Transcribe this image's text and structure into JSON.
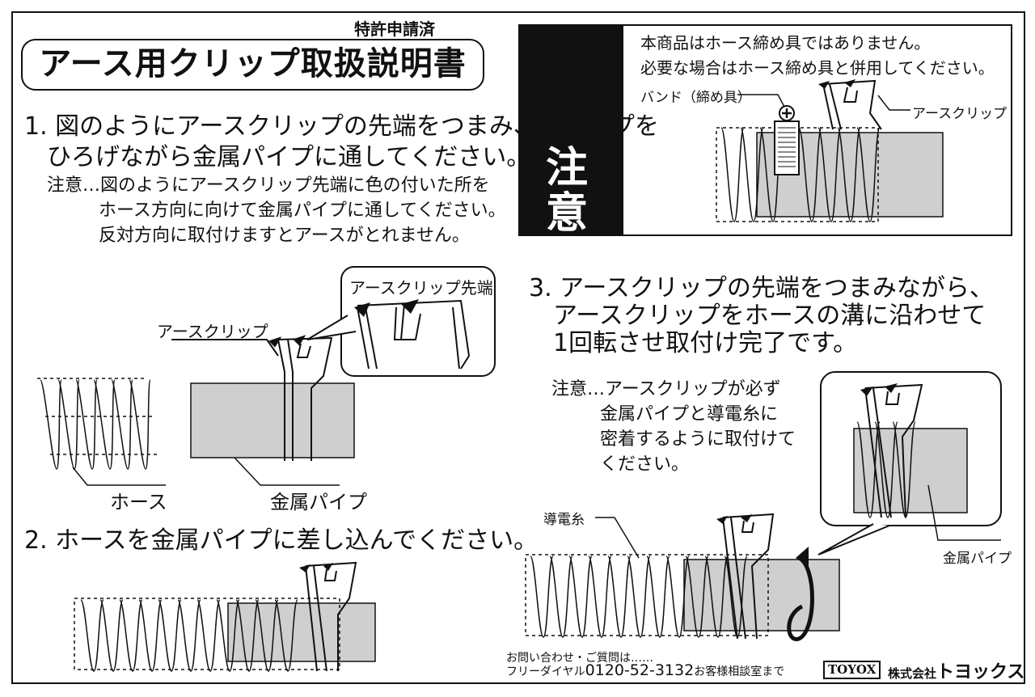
{
  "patent_label": "特許申請済",
  "title": "アース用クリップ取扱説明書",
  "steps": {
    "step1": {
      "line1": "1. 図のようにアースクリップの先端をつまみ、クリップを",
      "line2": "ひろげながら金属パイプに通してください。",
      "note1": "注意…図のようにアースクリップ先端に色の付いた所を",
      "note2": "ホース方向に向けて金属パイプに通してください。",
      "note3": "反対方向に取付けますとアースがとれません。"
    },
    "step2": {
      "line1": "2. ホースを金属パイプに差し込んでください。"
    },
    "step3": {
      "line1": "3. アースクリップの先端をつまみながら、",
      "line2": "アースクリップをホースの溝に沿わせて",
      "line3": "1回転させ取付け完了です。",
      "note1": "注意…アースクリップが必ず",
      "note2": "金属パイプと導電糸に",
      "note3": "密着するように取付けて",
      "note4": "ください。"
    }
  },
  "labels": {
    "clip_tip": "アースクリップ先端",
    "earth_clip": "アースクリップ",
    "hose": "ホース",
    "metal_pipe": "金属パイプ",
    "band": "バンド（締め具）",
    "conductive_thread": "導電糸"
  },
  "caution": {
    "kanji1": "注",
    "kanji2": "意",
    "icon": "warning-triangle-icon",
    "line1": "本商品はホース締め具ではありません。",
    "line2": "必要な場合はホース締め具と併用してください。"
  },
  "footer": {
    "inquiry": "お問い合わせ・ご質問は……",
    "freedial_label": "フリーダイヤル",
    "phone": "0120-52-3132",
    "desk": "お客様相談室まで",
    "brand": "TOYOX",
    "company_prefix": "株式会社",
    "company_name": "トヨックス"
  },
  "colors": {
    "pipe_gray": "#cfcfcf",
    "ink": "#111111",
    "paper": "#ffffff"
  }
}
